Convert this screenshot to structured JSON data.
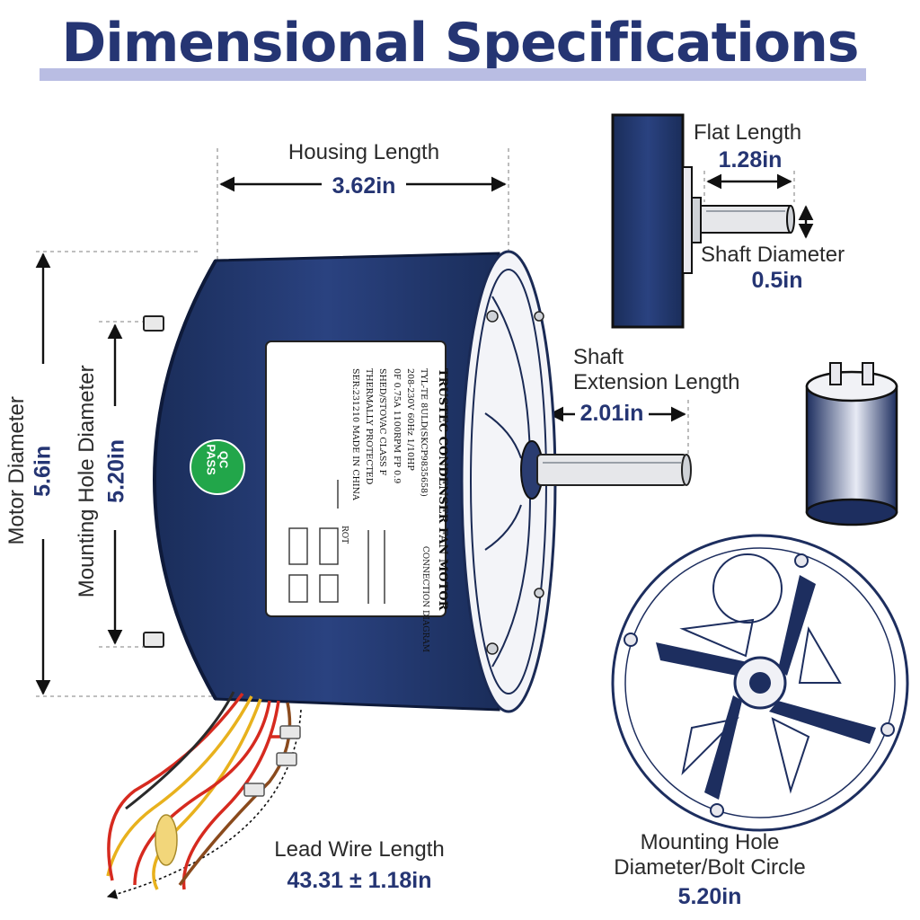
{
  "title": "Dimensional Specifications",
  "colors": {
    "navy": "#253573",
    "lavender": "#b9bde3",
    "motor_body": "#213769",
    "qc_green": "#22a64a"
  },
  "dimensions": {
    "housing_length": {
      "label": "Housing Length",
      "value": "3.62in"
    },
    "flat_length": {
      "label": "Flat Length",
      "value": "1.28in"
    },
    "shaft_diameter": {
      "label": "Shaft Diameter",
      "value": "0.5in"
    },
    "shaft_extension_length": {
      "label_line1": "Shaft",
      "label_line2": "Extension Length",
      "value": "2.01in"
    },
    "motor_diameter": {
      "label": "Motor Diameter",
      "value": "5.6in"
    },
    "mounting_hole_diameter": {
      "label": "Mounting Hole Diameter",
      "value": "5.20in"
    },
    "lead_wire_length": {
      "label": "Lead Wire Length",
      "value": "43.31 ± 1.18in"
    },
    "bolt_circle": {
      "label_line1": "Mounting Hole",
      "label_line2": "Diameter/Bolt Circle",
      "value": "5.20in"
    }
  },
  "qc_badge": {
    "line1": "QC",
    "line2": "PASS"
  },
  "motor_label": {
    "title": "TRUSTEC CONDENSER FAN MOTOR",
    "lines": [
      "TYL-TE 8ULD(SKCP9835658)",
      "208-230V 60Hz 1/10HP",
      "0F 0.75A 1100RPM FP 0.9",
      "SHED/STOVAC CLASS F",
      "THERMALLY PROTECTED",
      "SER:231210 MADE IN CHINA"
    ],
    "connection": "CONNECTION DIAGRAM",
    "rot": "ROT"
  },
  "icons": [
    "motor-body-illustration",
    "shaft-closeup-illustration",
    "capacitor-illustration",
    "end-plate-illustration",
    "lead-wires-illustration"
  ]
}
